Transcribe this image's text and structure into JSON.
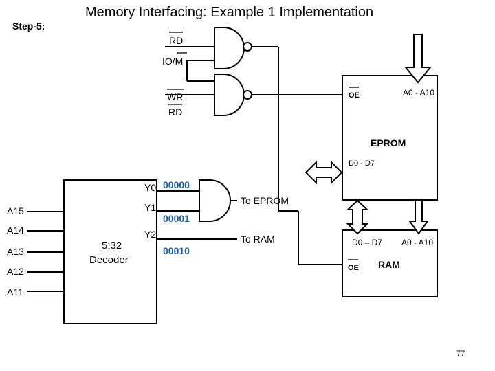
{
  "step_label": "Step-5:",
  "title": "Memory Interfacing: Example 1 Implementation",
  "signals": {
    "rd_top": "RD",
    "io_m": "IO/M",
    "wr": "WR",
    "rd_bottom": "RD"
  },
  "eprom": {
    "name": "EPROM",
    "oe": "OE",
    "address": "A0 - A10",
    "data": "D0 - D7"
  },
  "ram": {
    "name": "RAM",
    "oe": "OE",
    "address": "A0 - A10",
    "data": "D0 – D7"
  },
  "decoder": {
    "name_line1": "5:32",
    "name_line2": "Decoder",
    "inputs": [
      "A15",
      "A14",
      "A13",
      "A12",
      "A11"
    ],
    "outputs": [
      {
        "label": "Y0",
        "code": "00000"
      },
      {
        "label": "Y1",
        "code": "00001"
      },
      {
        "label": "Y2",
        "code": "00010"
      }
    ]
  },
  "annotations": {
    "to_eprom": "To EPROM",
    "to_ram": "To RAM"
  },
  "page_number": "77",
  "colors": {
    "code_blue": "#1f5fa8",
    "line": "#000000"
  }
}
